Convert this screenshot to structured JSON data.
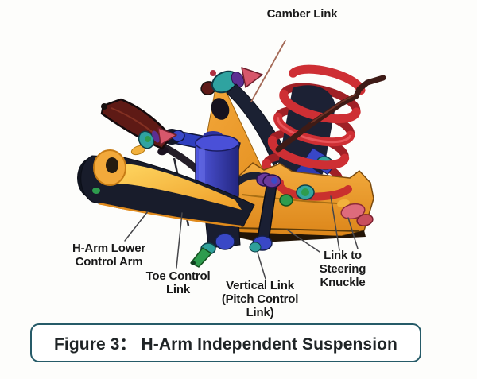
{
  "figure": {
    "caption": "Figure 3： H-Arm Independent Suspension",
    "caption_border_color": "#265b68",
    "background_color": "#fdfdfb"
  },
  "labels": {
    "camber_link": "Camber Link",
    "h_arm_lower_control_arm": "H-Arm Lower\nControl Arm",
    "toe_control_link": "Toe Control\nLink",
    "vertical_link": "Vertical Link\n(Pitch Control\nLink)",
    "link_to_steering_knuckle": "Link to\nSteering\nKnuckle"
  },
  "illustration": {
    "description": "3D rendering of an H-arm independent suspension assembly",
    "part_colors": {
      "arm_orange": "#ee9c26",
      "arm_yellow": "#ffd964",
      "spring_red": "#ce2f34",
      "shock_blue": "#3b3fc0",
      "bushing_teal": "#2fa3a0",
      "bushing_green": "#2e9c4e",
      "bushing_purple": "#6b3a9c",
      "ball_joint_pink": "#d7576b",
      "upper_arm_maroon": "#5e1a15",
      "outline_navy": "#15182b"
    }
  }
}
